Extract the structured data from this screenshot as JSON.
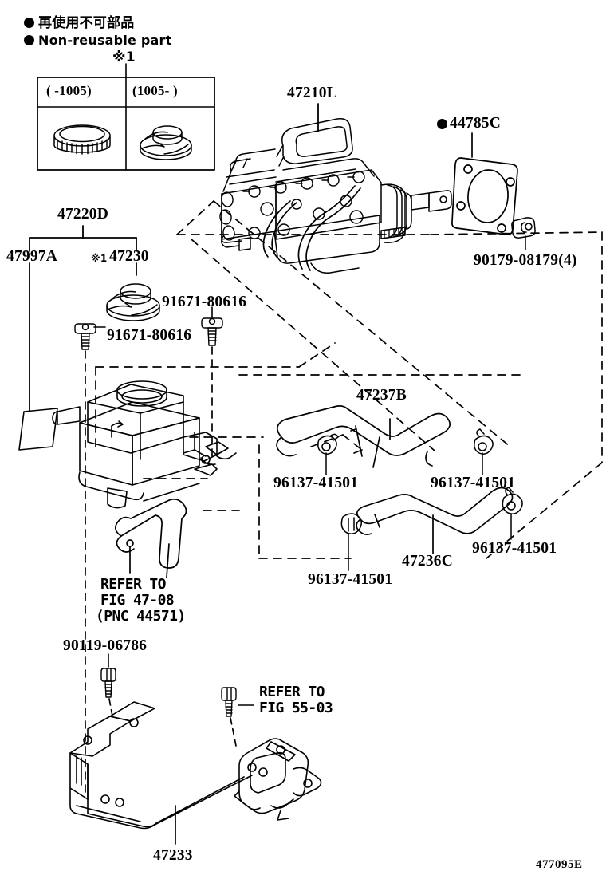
{
  "diagram": {
    "figure_code": "477095E",
    "legend": {
      "japanese": "再使用不可部品",
      "english": "Non-reusable part",
      "marker": "filled-circle"
    },
    "note_marker": "※1",
    "variant_table": {
      "note_ref": "※1",
      "columns": [
        {
          "header": "(    -1005)",
          "part_icon": "reservoir-cap-knurled"
        },
        {
          "header": "(1005-    )",
          "part_icon": "reservoir-cap-flanged"
        }
      ]
    },
    "parts": [
      {
        "id": "p-47210L",
        "number": "47210L",
        "name": "brake-booster-assembly"
      },
      {
        "id": "p-44785C",
        "number": "44785C",
        "name": "booster-gasket",
        "non_reusable": true
      },
      {
        "id": "p-90179",
        "number": "90179-08179(4)",
        "name": "booster-mounting-nut"
      },
      {
        "id": "p-47220D",
        "number": "47220D",
        "name": "reservoir-assembly-group"
      },
      {
        "id": "p-47997A",
        "number": "47997A",
        "name": "reservoir-caution-label"
      },
      {
        "id": "p-47230",
        "number": "47230",
        "name": "reservoir-cap",
        "note": "※1"
      },
      {
        "id": "p-91671a",
        "number": "91671-80616",
        "name": "reservoir-bolt-left"
      },
      {
        "id": "p-91671b",
        "number": "91671-80616",
        "name": "reservoir-bolt-right"
      },
      {
        "id": "p-47237B",
        "number": "47237B",
        "name": "reservoir-hose-upper"
      },
      {
        "id": "p-47236C",
        "number": "47236C",
        "name": "reservoir-hose-lower"
      },
      {
        "id": "p-96137a",
        "number": "96137-41501",
        "name": "hose-clamp-1"
      },
      {
        "id": "p-96137b",
        "number": "96137-41501",
        "name": "hose-clamp-2"
      },
      {
        "id": "p-96137c",
        "number": "96137-41501",
        "name": "hose-clamp-3"
      },
      {
        "id": "p-96137d",
        "number": "96137-41501",
        "name": "hose-clamp-4"
      },
      {
        "id": "p-90119",
        "number": "90119-06786",
        "name": "bracket-bolt"
      },
      {
        "id": "p-47233",
        "number": "47233",
        "name": "reservoir-bracket"
      }
    ],
    "references": [
      {
        "id": "ref-4708",
        "lines": [
          "REFER TO",
          "FIG 47-08",
          "(PNC 44571)"
        ]
      },
      {
        "id": "ref-5503",
        "lines": [
          "REFER TO",
          "FIG 55-03"
        ]
      }
    ]
  }
}
